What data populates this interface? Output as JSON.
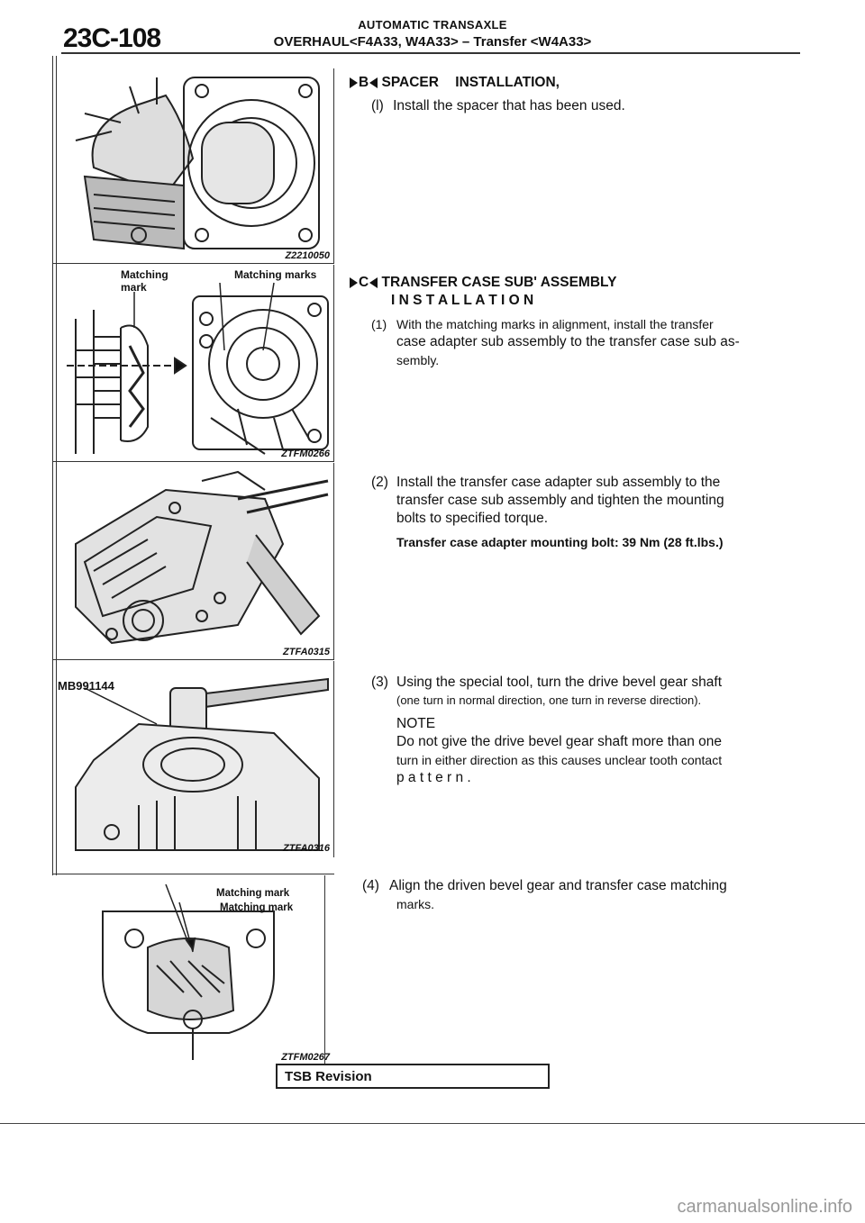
{
  "header": {
    "page_number": "23C-108",
    "section": "AUTOMATIC TRANSAXLE",
    "subtitle": "OVERHAUL<F4A33, W4A33> – Transfer <W4A33>"
  },
  "figures": [
    {
      "code": "Z2210050"
    },
    {
      "code": "ZTFM0266",
      "label_left": "Matching mark",
      "label_right": "Matching marks"
    },
    {
      "code": "ZTFA0315"
    },
    {
      "code": "ZTFA0316",
      "tool_label": "MB991144"
    },
    {
      "code": "ZTFM0267",
      "label_1": "Matching mark",
      "label_2": "Matching mark"
    }
  ],
  "sections": {
    "b": {
      "letter": "B",
      "title_bold": "SPACER",
      "title_rest": "INSTALLATION,",
      "step": "(",
      "step_num": "l",
      "step_close": ")",
      "text": "Install the spacer that has been used."
    },
    "c": {
      "letter": "C",
      "title_line1": "TRANSFER CASE SUB' ASSEMBLY",
      "title_line2": "I N S T A L L A T I O N",
      "steps": [
        {
          "num": "(1)",
          "lines": [
            "With the matching marks in alignment, install the transfer",
            "case adapter sub assembly to the transfer case sub as-",
            "sembly."
          ]
        },
        {
          "num": "(2)",
          "lines": [
            "Install the transfer case adapter sub assembly to the",
            "transfer case sub assembly and tighten the mounting",
            "bolts to specified torque."
          ],
          "spec": "Transfer case adapter mounting bolt: 39 Nm (28 ft.lbs.)"
        },
        {
          "num": "(3)",
          "lines": [
            "Using the special tool, turn the drive bevel gear shaft",
            "(one turn in normal direction, one turn in reverse direction)."
          ],
          "note_label": "NOTE",
          "note_lines": [
            "Do not give the drive bevel gear shaft more than one",
            "turn in either direction as this causes unclear tooth contact",
            "p a t t e r n ."
          ]
        },
        {
          "num": "(4)",
          "lines": [
            "Align the driven bevel gear and transfer case matching",
            "marks."
          ]
        }
      ]
    }
  },
  "footer": {
    "tsb": "TSB Revision",
    "watermark": "carmanualsonline.info"
  }
}
